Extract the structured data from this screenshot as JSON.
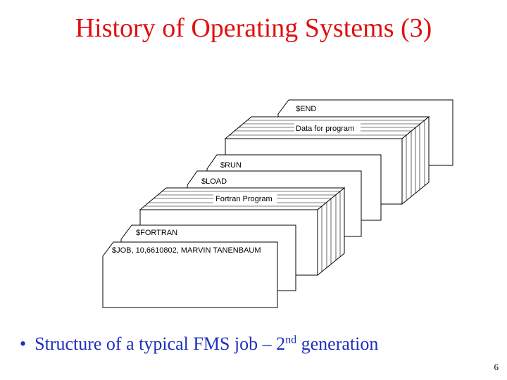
{
  "slide": {
    "title": "History of Operating Systems (3)",
    "page_number": "6"
  },
  "diagram": {
    "cards": [
      {
        "label": "$END",
        "kind": "card"
      },
      {
        "label": "Data for program",
        "kind": "deck"
      },
      {
        "label": "$RUN",
        "kind": "card"
      },
      {
        "label": "$LOAD",
        "kind": "card"
      },
      {
        "label": "Fortran Program",
        "kind": "deck"
      },
      {
        "label": "$FORTRAN",
        "kind": "card"
      },
      {
        "label": "$JOB, 10,6610802, MARVIN TANENBAUM",
        "kind": "card"
      }
    ]
  },
  "bullet": {
    "text_before": "Structure of a typical FMS job – 2",
    "superscript": "nd",
    "text_after": " generation"
  }
}
